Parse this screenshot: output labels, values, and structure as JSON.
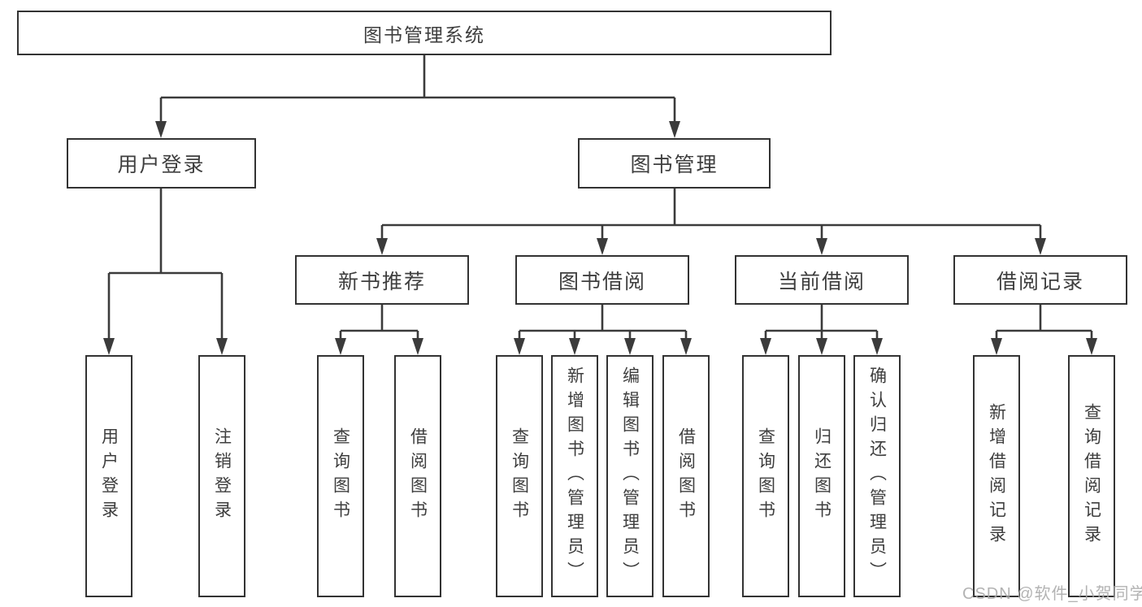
{
  "nodes": {
    "root": {
      "label": "图书管理系统"
    },
    "user_login": {
      "label": "用户登录"
    },
    "book_mgmt": {
      "label": "图书管理"
    },
    "new_book_rec": {
      "label": "新书推荐"
    },
    "book_borrow": {
      "label": "图书借阅"
    },
    "current_borrow": {
      "label": "当前借阅"
    },
    "borrow_record": {
      "label": "借阅记录"
    },
    "leaf_user_login": {
      "label": "用户登录"
    },
    "leaf_logout": {
      "label": "注销登录"
    },
    "leaf_rec_query_book": {
      "label": "查询图书"
    },
    "leaf_rec_borrow_book": {
      "label": "借阅图书"
    },
    "leaf_bb_query_book": {
      "label": "查询图书"
    },
    "leaf_bb_add_book": {
      "label": "新增图书（管理员）"
    },
    "leaf_bb_edit_book": {
      "label": "编辑图书（管理员）"
    },
    "leaf_bb_borrow_book": {
      "label": "借阅图书"
    },
    "leaf_cb_query_book": {
      "label": "查询图书"
    },
    "leaf_cb_return_book": {
      "label": "归还图书"
    },
    "leaf_cb_confirm_return": {
      "label": "确认归还（管理员）"
    },
    "leaf_br_add_record": {
      "label": "新增借阅记录"
    },
    "leaf_br_query_record": {
      "label": "查询借阅记录"
    }
  },
  "watermark": "CSDN @软件_小贺同学",
  "colors": {
    "line": "#3b3b3b",
    "border": "#333333",
    "text": "#3e3e3e",
    "background": "#ffffff",
    "watermark": "#ababab"
  }
}
